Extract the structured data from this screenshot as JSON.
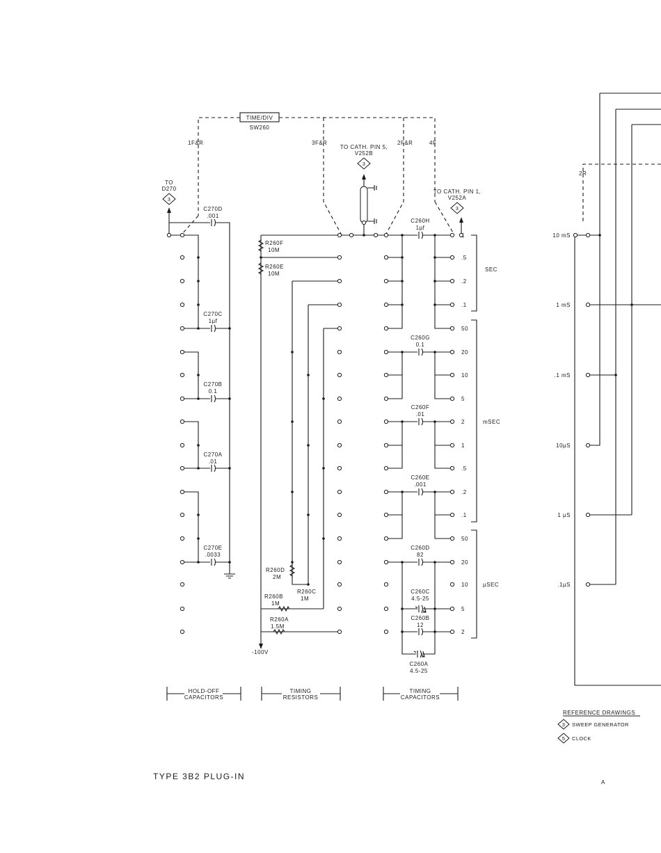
{
  "switch": {
    "label": "TIME/DIV",
    "designator": "SW260"
  },
  "wafers": {
    "w1": "1F&R",
    "w3": "3F&R",
    "w2": "2F&R",
    "w4": "4F",
    "w2r": "2R"
  },
  "refs": {
    "to_d270": [
      "TO",
      "D270"
    ],
    "to_cath_pin5": [
      "TO CATH. PIN 5,",
      "V252B"
    ],
    "to_cath_pin1": [
      "TO CATH. PIN 1,",
      "V252A"
    ],
    "diagram_num": "3"
  },
  "hold_off_caps": [
    {
      "name": "C270D",
      "value": ".001"
    },
    {
      "name": "C270C",
      "value": "1µf"
    },
    {
      "name": "C270B",
      "value": "0.1"
    },
    {
      "name": "C270A",
      "value": ".01"
    },
    {
      "name": "C270E",
      "value": ".0033"
    }
  ],
  "timing_resistors": [
    {
      "name": "R260F",
      "value": "10M"
    },
    {
      "name": "R260E",
      "value": "10M"
    },
    {
      "name": "R260D",
      "value": "2M"
    },
    {
      "name": "R260C",
      "value": "1M"
    },
    {
      "name": "R260B",
      "value": "1M"
    },
    {
      "name": "R260A",
      "value": "1.5M"
    }
  ],
  "supply": "-100V",
  "timing_caps": [
    {
      "name": "C260H",
      "value": "1µf"
    },
    {
      "name": "C260G",
      "value": "0.1"
    },
    {
      "name": "C260F",
      "value": ".01"
    },
    {
      "name": "C260E",
      "value": ".001"
    },
    {
      "name": "C260D",
      "value": "82"
    },
    {
      "name": "C260C",
      "value": "4.5-25"
    },
    {
      "name": "C260B",
      "value": "12"
    },
    {
      "name": "C260A",
      "value": "4.5-25"
    }
  ],
  "positions": [
    "1",
    ".5",
    ".2",
    ".1",
    "50",
    "20",
    "10",
    "5",
    "2",
    "1",
    ".5",
    ".2",
    ".1",
    "50",
    "20",
    "10",
    "5",
    "2"
  ],
  "ranges": {
    "sec": "SEC",
    "msec": "mSEC",
    "usec": "µSEC"
  },
  "clock_positions": [
    "10 mS",
    "1 mS",
    ".1 mS",
    "10µS",
    "1 µS",
    ".1µS"
  ],
  "sections": {
    "hold_off": [
      "HOLD-OFF",
      "CAPACITORS"
    ],
    "timing_res": [
      "TIMING",
      "RESISTORS"
    ],
    "timing_cap": [
      "TIMING",
      "CAPACITORS"
    ]
  },
  "reference_drawings": {
    "title": "REFERENCE DRAWINGS",
    "items": [
      {
        "num": "3",
        "label": "SWEEP GENERATOR"
      },
      {
        "num": "5",
        "label": "CLOCK"
      }
    ]
  },
  "footer": {
    "title": "TYPE 3B2 PLUG-IN",
    "page": "A"
  }
}
